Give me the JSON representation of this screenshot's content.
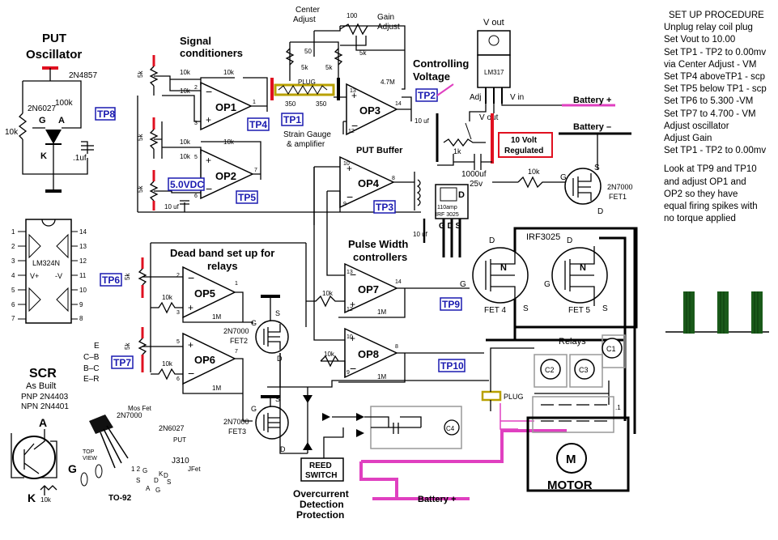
{
  "procedure": {
    "title": "SET UP PROCEDURE",
    "steps": [
      "Unplug relay coil plug",
      "Set Vout to 10.00",
      "Set TP1 - TP2 to 0.00mv",
      "via Center Adjust - VM",
      "Set TP4 aboveTP1 - scp",
      "Set TP5 below TP1 - scp",
      "Set TP6 to 5.300 -VM",
      "Set TP7 to 4.700 - VM",
      "Adjust oscillator",
      "Adjust Gain",
      "Set TP1 - TP2 to 0.00mv"
    ],
    "note": [
      "Look at TP9 and TP10",
      "and adjust OP1 and",
      "OP2 so they have",
      "equal firing spikes with",
      "no torque applied"
    ]
  },
  "sections": {
    "put_osc": "PUT",
    "put_osc2": "Oscillator",
    "signal_cond": "Signal",
    "signal_cond2": "conditioners",
    "controlling": "Controlling",
    "controlling2": "Voltage",
    "put_buffer": "PUT Buffer",
    "pulse_width": "Pulse Width",
    "pulse_width2": "controllers",
    "deadband": "Dead band set up for",
    "deadband2": "relays",
    "overcurrent": "Overcurrent",
    "overcurrent2": "Detection",
    "overcurrent3": "Protection",
    "scr": "SCR",
    "scr_built": "As Built",
    "motor": "MOTOR",
    "relays": "Relays",
    "strain": "Strain Gauge",
    "strain2": "& amplifier",
    "center_adj": "Center",
    "center_adj2": "Adjust",
    "gain_adj": "Gain",
    "gain_adj2": "Adjust",
    "regulated": "10 Volt",
    "regulated2": "Regulated",
    "vref": "5.0VDC",
    "reed": "REED",
    "reed2": "SWITCH",
    "to92": "TO-92",
    "top_view": "TOP",
    "top_view2": "VIEW"
  },
  "power": {
    "battery_plus": "Battery +",
    "battery_minus": "Battery –",
    "vout": "V out",
    "vin": "V in",
    "adj": "Adj",
    "lm317": "LM317",
    "irf3025": "IRF3025",
    "irf_pkg1": "110amp",
    "irf_pkg2": "IRF 3025",
    "irf_pins": "G D S",
    "irf_d": "D"
  },
  "opamps": [
    "OP1",
    "OP2",
    "OP3",
    "OP4",
    "OP5",
    "OP6",
    "OP7",
    "OP8"
  ],
  "test_points": {
    "tp1": "TP1",
    "tp2": "TP2",
    "tp3": "TP3",
    "tp4": "TP4",
    "tp5": "TP5",
    "tp6": "TP6",
    "tp7": "TP7",
    "tp8": "TP8",
    "tp9": "TP9",
    "tp10": "TP10"
  },
  "fets": {
    "fet1": "FET1",
    "fet1_type": "2N7000",
    "fet2": "FET2",
    "fet2_type": "2N7000",
    "fet3": "FET3",
    "fet3_type": "2N7000",
    "fet4": "FET 4",
    "fet5": "FET 5"
  },
  "relays": [
    "C1",
    "C2",
    "C3",
    "C4"
  ],
  "parts": {
    "q2n4857": "2N4857",
    "q2n6027": "2N6027",
    "r10k": "10k",
    "r100k": "100k",
    "r1m": "1M",
    "r1k": "1k",
    "r5k": "5k",
    "r4_7m": "4.7M",
    "r50": "50",
    "r100": "100",
    "r350": "350",
    "c1uf": ".1uf",
    "c10uf": "10 uf",
    "c1000uf": "1000uf",
    "c25v": "25v",
    "plug": "PLUG",
    "lm324": "LM324N",
    "vplus": "V+",
    "vminus": "-V",
    "pnp": "PNP 2N4403",
    "npn": "NPN 2N4401",
    "mosfet": "Mos Fet",
    "mosfet2": "2N7000",
    "n6027b": "2N6027",
    "put": "PUT",
    "j310": "J310",
    "jfet": "JFet"
  },
  "pin_letters": {
    "A": "A",
    "K": "K",
    "G": "G",
    "N": "N",
    "S": "S",
    "D": "D",
    "E": "E"
  },
  "pinout": [
    "E",
    "C–B",
    "B–C",
    "E–R"
  ]
}
